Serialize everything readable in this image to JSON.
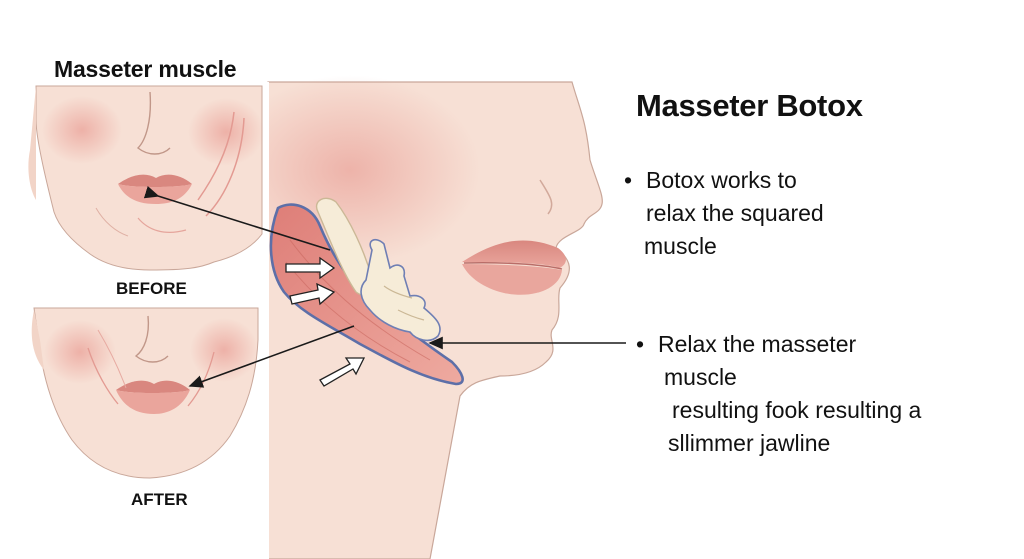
{
  "left_title": "Masseter muscle",
  "label_before": "BEFORE",
  "label_after": "AFTER",
  "right_title": "Masseter Botox",
  "bullets": [
    {
      "lines": [
        "Botox works to",
        "relax the squared",
        "muscle"
      ]
    },
    {
      "lines": [
        "Relax the masseter",
        "muscle",
        "resulting fook resulting a",
        "sllimmer jawline"
      ]
    }
  ],
  "colors": {
    "skin": "#f6ddd2",
    "cheek_blush": "#eba79f",
    "lip": "#e49a92",
    "muscle": "#e48f86",
    "muscle_outline": "#5d6fa8",
    "bone": "#f5ead5",
    "text": "#111111"
  }
}
